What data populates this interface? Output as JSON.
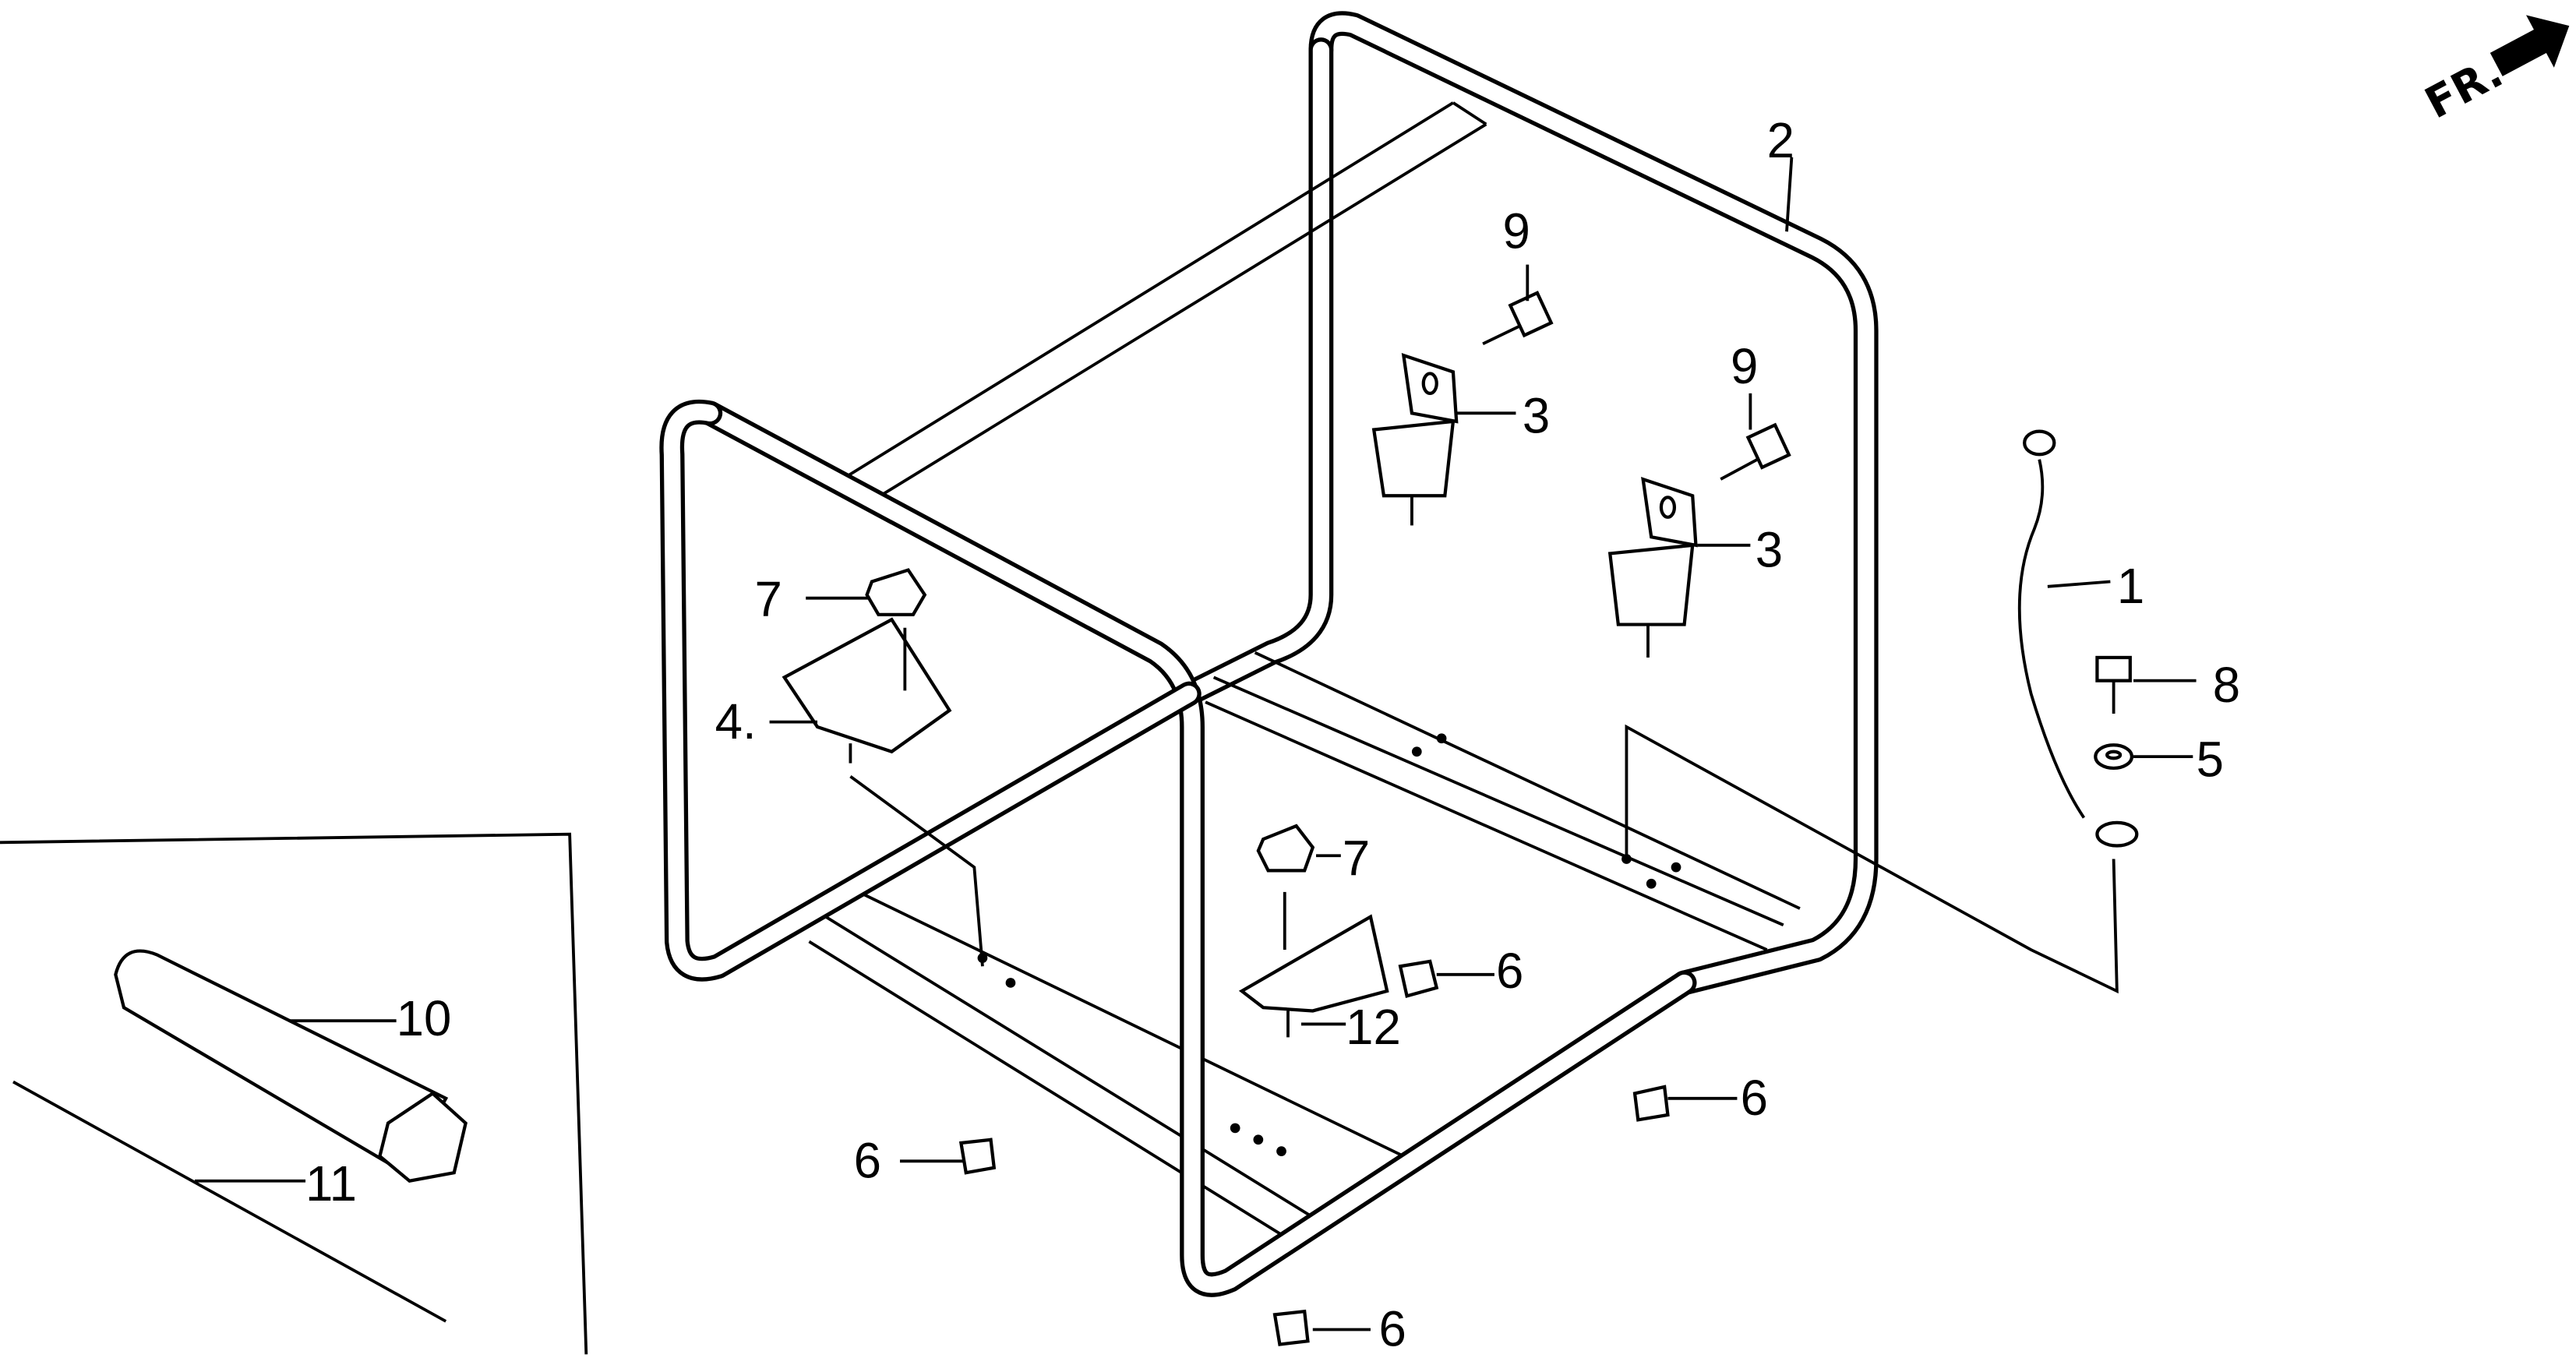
{
  "title": "Frame parts diagram",
  "direction_indicator": {
    "label": "FR."
  },
  "callouts": [
    {
      "id": "1",
      "label": "1"
    },
    {
      "id": "2",
      "label": "2"
    },
    {
      "id": "3a",
      "label": "3"
    },
    {
      "id": "3b",
      "label": "3"
    },
    {
      "id": "4",
      "label": "4."
    },
    {
      "id": "5",
      "label": "5"
    },
    {
      "id": "6a",
      "label": "6"
    },
    {
      "id": "6b",
      "label": "6"
    },
    {
      "id": "6c",
      "label": "6"
    },
    {
      "id": "6d",
      "label": "6"
    },
    {
      "id": "7a",
      "label": "7"
    },
    {
      "id": "7b",
      "label": "7"
    },
    {
      "id": "8",
      "label": "8"
    },
    {
      "id": "9a",
      "label": "9"
    },
    {
      "id": "9b",
      "label": "9"
    },
    {
      "id": "10",
      "label": "10"
    },
    {
      "id": "11",
      "label": "11"
    },
    {
      "id": "12",
      "label": "12"
    }
  ]
}
